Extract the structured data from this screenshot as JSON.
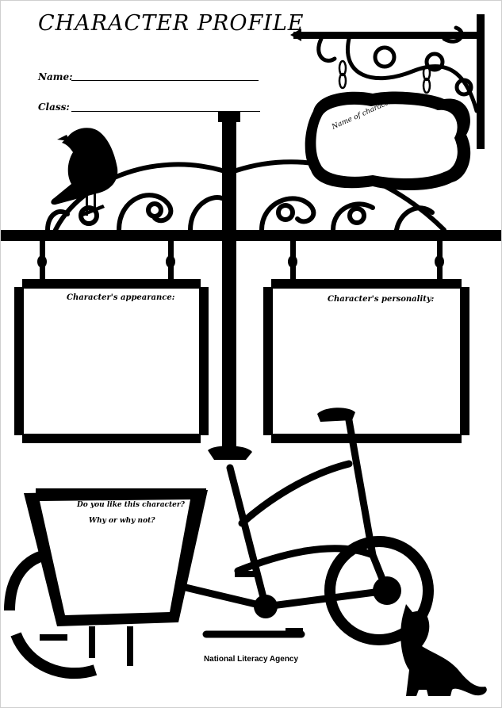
{
  "title": "CHARACTER PROFILE",
  "fields": {
    "name_label": "Name:",
    "class_label": "Class:"
  },
  "sign": {
    "label": "Name of character:"
  },
  "panels": {
    "appearance_label": "Character's appearance:",
    "personality_label": "Character's personality:"
  },
  "basket": {
    "line1": "Do you like this character?",
    "line2": "Why or why not?"
  },
  "footer": "National Literacy Agency",
  "icons": [
    "crow-icon",
    "cat-icon",
    "bicycle-icon",
    "hanging-sign-icon"
  ]
}
